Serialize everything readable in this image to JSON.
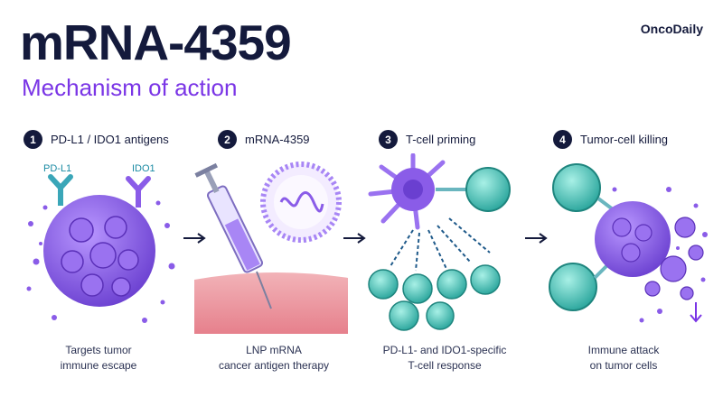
{
  "header": {
    "title": "mRNA-4359",
    "subtitle": "Mechanism of action",
    "brand": "OncoDaily"
  },
  "steps": [
    {
      "number": "1",
      "title": "PD-L1 / IDO1 antigens",
      "caption": [
        "Targets tumor",
        "immune escape"
      ]
    },
    {
      "number": "2",
      "title": "mRNA-4359",
      "caption": [
        "LNP mRNA",
        "cancer antigen therapy"
      ]
    },
    {
      "number": "3",
      "title": "T-cell priming",
      "caption": [
        "PD-L1- and IDO1-specific",
        "T-cell response"
      ]
    },
    {
      "number": "4",
      "title": "Tumor-cell killing",
      "caption": [
        "Immune attack",
        "on tumor cells"
      ]
    }
  ],
  "labels": {
    "pdl1": "PD-L1",
    "ido1": "IDO1"
  },
  "colors": {
    "navy": "#141a3c",
    "purple": "#7a35e6",
    "teal": "#1a8aa3",
    "tumor": "#8a5ce8"
  }
}
